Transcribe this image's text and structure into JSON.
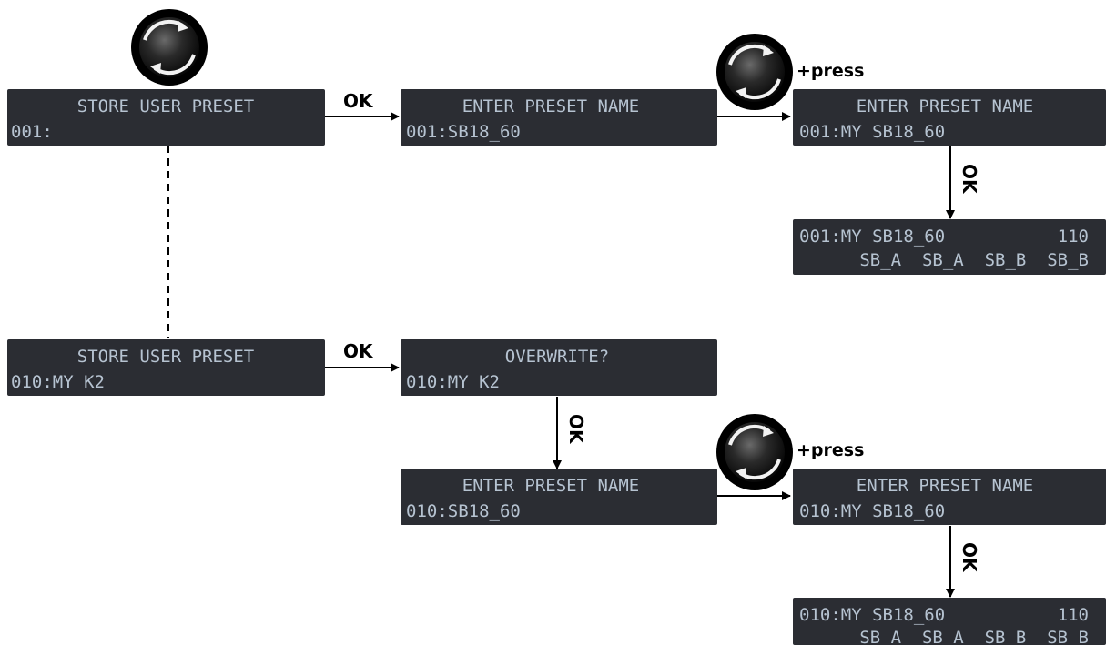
{
  "screens": {
    "store_001": {
      "line1": "STORE USER PRESET",
      "line2": "001:"
    },
    "enter_name_001": {
      "line1": "ENTER PRESET NAME",
      "line2": "001:SB18_60"
    },
    "enter_name_001_edit": {
      "line1": "ENTER PRESET NAME",
      "line2": "001:MY SB18_60"
    },
    "result_001": {
      "line1_name": "001:MY SB18_60",
      "line1_value": "110",
      "line2": "SB_A  SB_A  SB_B  SB_B"
    },
    "store_010": {
      "line1": "STORE USER PRESET",
      "line2": "010:MY K2"
    },
    "overwrite_010": {
      "line1": "OVERWRITE?",
      "line2": "010:MY K2"
    },
    "enter_name_010": {
      "line1": "ENTER PRESET NAME",
      "line2": "010:SB18_60"
    },
    "enter_name_010_edit": {
      "line1": "ENTER PRESET NAME",
      "line2": "010:MY SB18_60"
    },
    "result_010": {
      "line1_name": "010:MY SB18_60",
      "line1_value": "110",
      "line2": "SB_A  SB_A  SB_B  SB_B"
    }
  },
  "labels": {
    "ok": "OK",
    "press": "+press"
  },
  "icons": {
    "encoder": "rotary-encoder-icon"
  },
  "colors": {
    "screen_background": "#2b2d33",
    "screen_text": "#b6c3d1",
    "arrow": "#000000"
  }
}
